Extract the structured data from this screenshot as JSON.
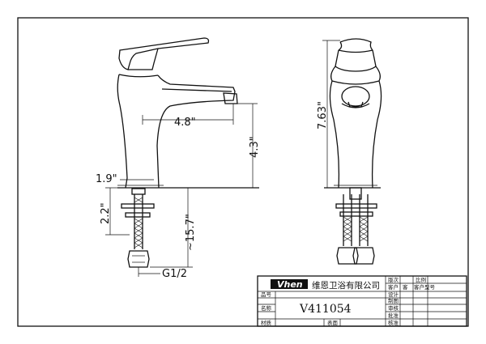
{
  "dimensions": {
    "spout_reach": "4.8\"",
    "spout_height": "4.3\"",
    "total_height": "7.63\"",
    "base_to_shank": "1.9\"",
    "shank_length": "2.2\"",
    "hose_length": "~15.7\"",
    "thread": "G1/2"
  },
  "title_block": {
    "logo": "Vhen",
    "company": "维恩卫浴有限公司",
    "model": "V411054",
    "labels": {
      "version": "版次",
      "scale": "比例",
      "customer": "客户",
      "customer_no": "客",
      "customer_model": "客户型号",
      "item_no": "品号",
      "design": "设计",
      "drafting": "制图",
      "name": "名称",
      "review": "审核",
      "approve": "批准",
      "material": "材质",
      "surface": "表面",
      "check": "核准"
    }
  },
  "colors": {
    "line": "#111111",
    "logo_bg": "#111111"
  }
}
